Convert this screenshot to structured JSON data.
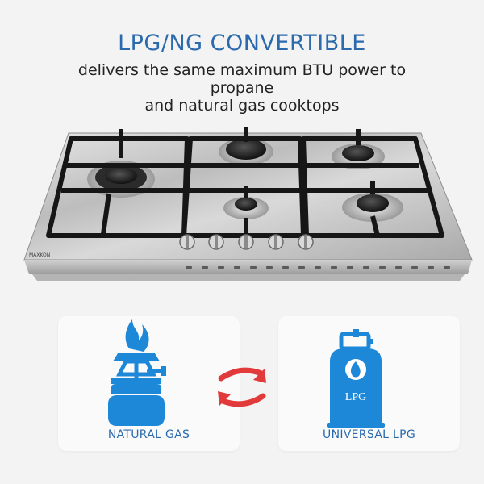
{
  "headline": {
    "title": "LPG/NG CONVERTIBLE",
    "line1": "delivers the same maximum BTU power to propane",
    "line2": "and natural gas cooktops"
  },
  "cooktop": {
    "brand": "MAXKON",
    "burner_count": 5,
    "knob_count": 5
  },
  "options": {
    "left_label": "NATURAL GAS",
    "right_label": "UNIVERSAL LPG",
    "tank_text": "LPG"
  },
  "colors": {
    "accent": "#2a6aad",
    "icon_blue": "#1e88d8",
    "arrow_red": "#e23a3a",
    "steel": "#c9c9c9",
    "grate": "#1a1a1a"
  },
  "icons": [
    "natural-gas-burner-icon",
    "swap-arrows-icon",
    "lpg-tank-icon",
    "flame-icon"
  ]
}
